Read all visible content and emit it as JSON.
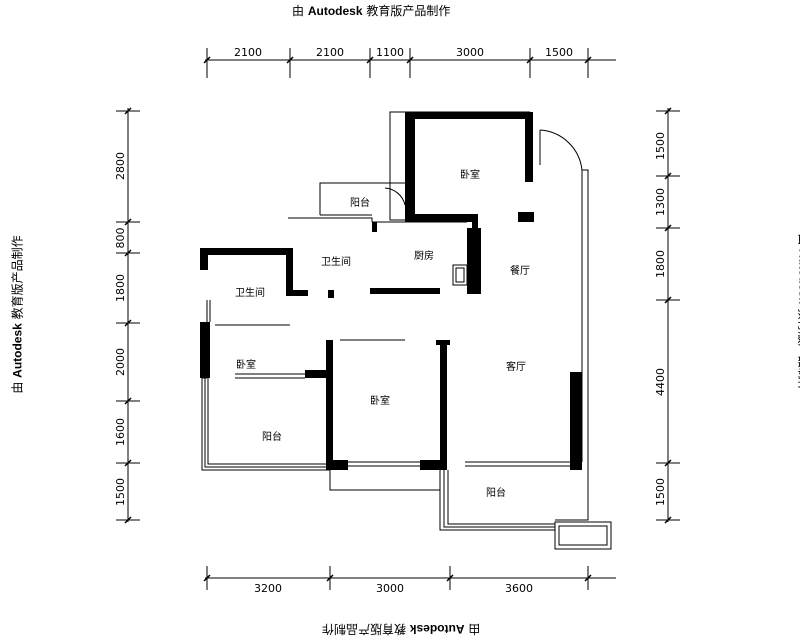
{
  "watermark": {
    "prefix": "由 ",
    "brand": "Autodesk",
    "suffix": " 教育版产品制作"
  },
  "dimensions": {
    "top": [
      "2100",
      "2100",
      "1100",
      "3000",
      "1500"
    ],
    "bottom": [
      "3200",
      "3000",
      "3600"
    ],
    "left": [
      "2800",
      "800",
      "1800",
      "2000",
      "1600",
      "1500"
    ],
    "right": [
      "1500",
      "1300",
      "1800",
      "4400",
      "1500"
    ]
  },
  "rooms": {
    "bedroom_top": "卧室",
    "balcony_small": "阳台",
    "bathroom_center": "卫生间",
    "kitchen": "厨房",
    "dining": "餐厅",
    "bathroom_left": "卫生间",
    "bedroom_left": "卧室",
    "bedroom_middle": "卧室",
    "living": "客厅",
    "balcony_left": "阳台",
    "balcony_right": "阳台"
  }
}
